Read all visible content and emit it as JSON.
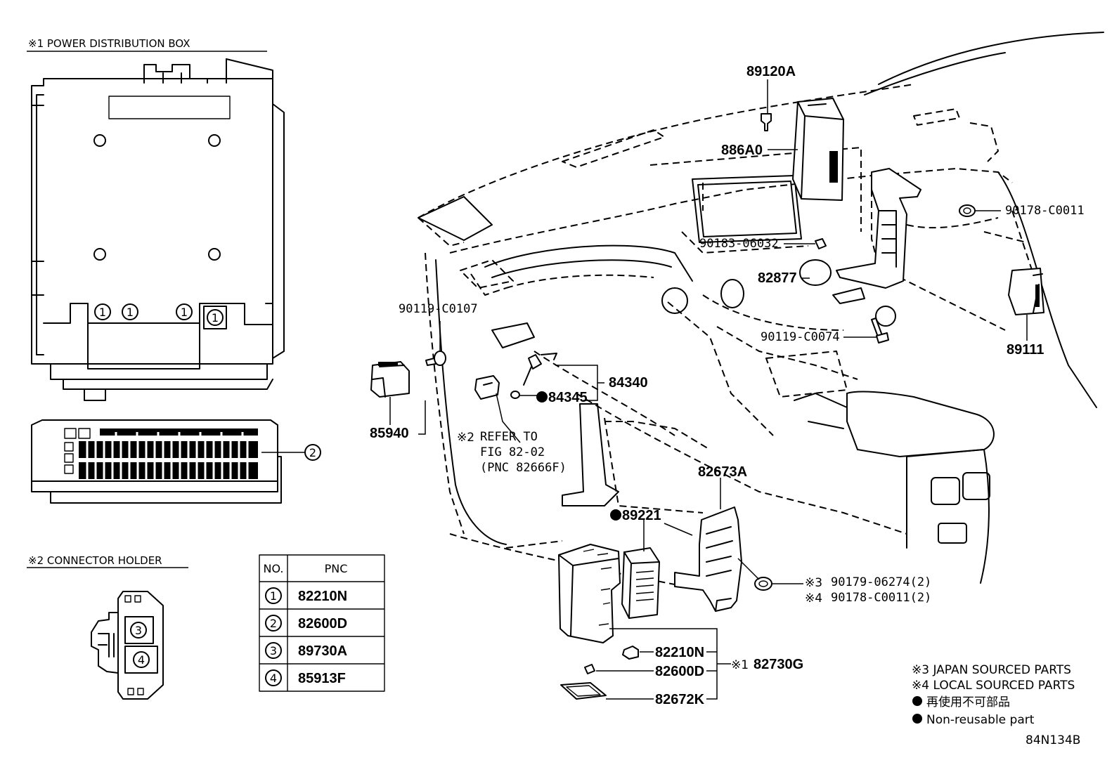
{
  "sections": {
    "power_box_title": "※1  POWER DISTRIBUTION BOX",
    "connector_holder_title": "※2 CONNECTOR HOLDER"
  },
  "callouts": {
    "one_a": "1",
    "one_b": "1",
    "one_c": "1",
    "one_d": "1",
    "two": "2",
    "three": "3",
    "four": "4"
  },
  "table": {
    "header_no": "NO.",
    "header_pnc": "PNC",
    "rows": [
      {
        "no": "1",
        "pnc": "82210N"
      },
      {
        "no": "2",
        "pnc": "82600D"
      },
      {
        "no": "3",
        "pnc": "89730A"
      },
      {
        "no": "4",
        "pnc": "85913F"
      }
    ]
  },
  "parts": {
    "p89120A": "89120A",
    "p886A0": "886A0",
    "p90178_top": "90178-C0011",
    "p90183": "90183-06032",
    "p82877": "82877",
    "p89111": "89111",
    "p90119_c0107": "90119-C0107",
    "p90119_c0074": "90119-C0074",
    "p84340": "84340",
    "p84345": "84345",
    "p85940": "85940",
    "refer_1": "REFER TO",
    "refer_mark": "※2",
    "refer_2": "FIG 82-02",
    "refer_3": "(PNC 82666F)",
    "p82673A": "82673A",
    "p89221": "89221",
    "p90179": "90179-06274(2)",
    "p90178_bot": "90178-C0011(2)",
    "mark3": "※3",
    "mark4": "※4",
    "p82210N": "82210N",
    "p82600D": "82600D",
    "p82672K": "82672K",
    "p82730G": "82730G",
    "mark1": "※1"
  },
  "legend": {
    "japan": "※3 JAPAN SOURCED PARTS",
    "local": "※4 LOCAL SOURCED PARTS",
    "jp_nonreuse": "再使用不可部品",
    "non_reusable": "Non-reusable part"
  },
  "figure_id": "84N134B"
}
